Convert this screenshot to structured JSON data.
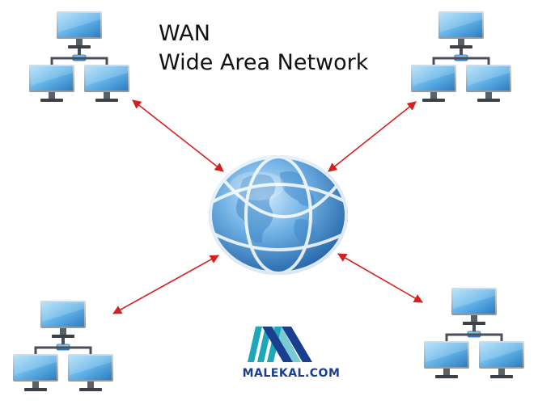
{
  "title": {
    "line1": "WAN",
    "line2": "Wide Area Network"
  },
  "brand": {
    "name": "MALEKAL.COM",
    "colors": {
      "teal": "#1fa6b8",
      "blue": "#1b3f8f",
      "text": "#1a3f8c"
    }
  },
  "colors": {
    "arrow": "#d62020",
    "screen_light": "#7ec3ee",
    "screen_dark": "#2f7fc4",
    "globe_light": "#9fd0f2",
    "globe_dark": "#2c6fb3",
    "stand": "#4a4f57"
  },
  "icons": [
    "lan-cluster-icon",
    "globe-icon",
    "malekal-logo-icon"
  ]
}
